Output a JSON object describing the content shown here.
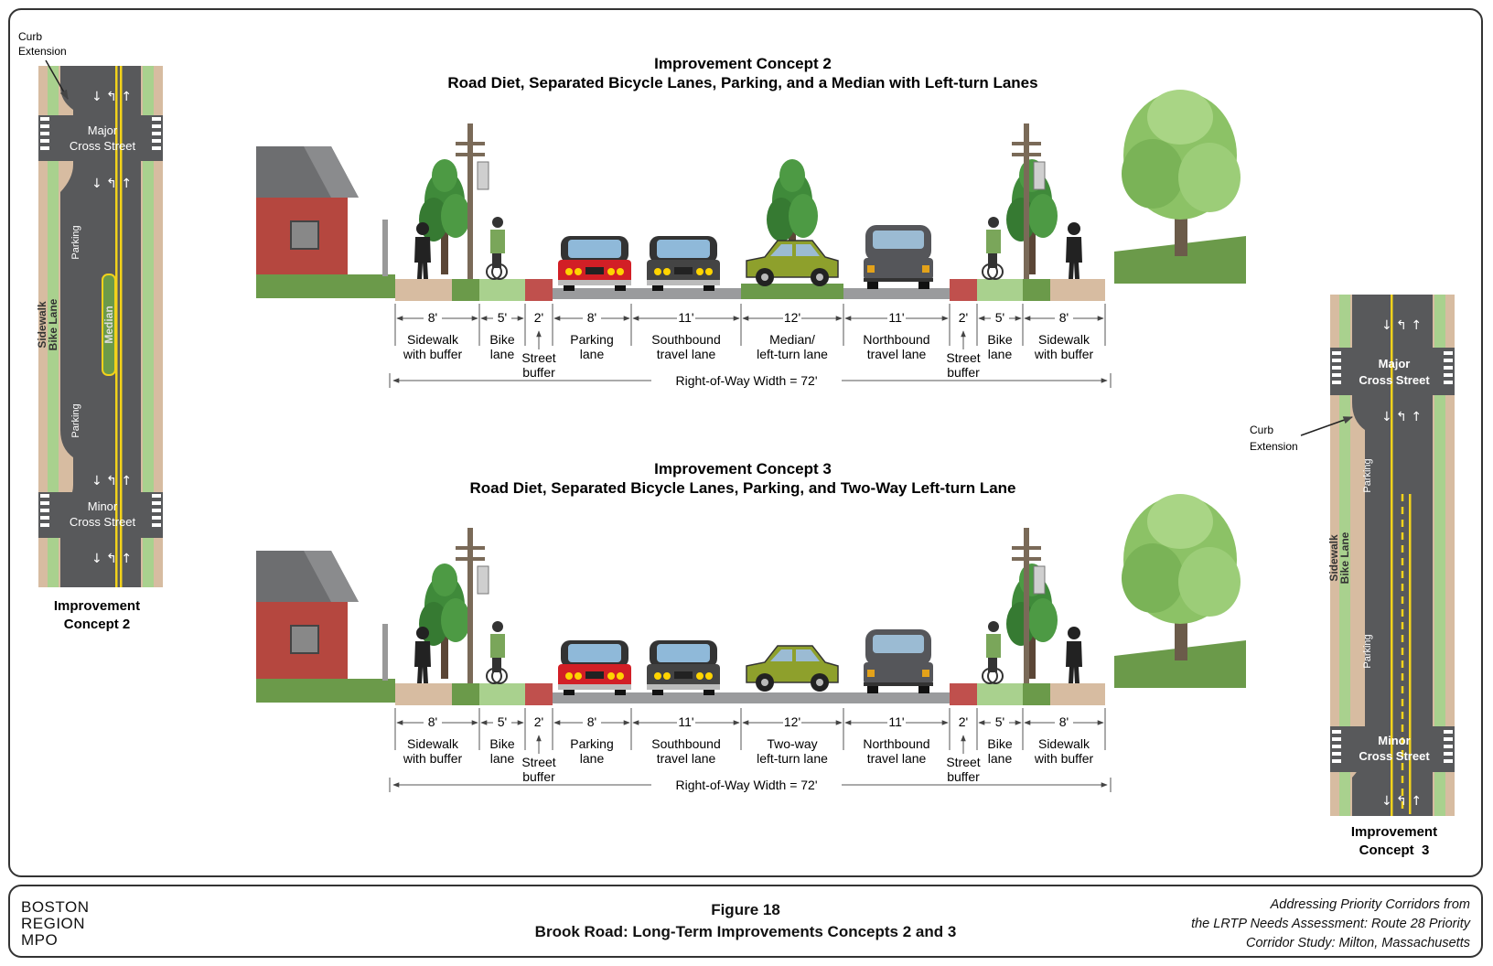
{
  "concept2": {
    "title": "Improvement Concept 2",
    "subtitle": "Road Diet, Separated Bicycle Lanes, Parking, and a Median with Left-turn Lanes",
    "dims": [
      "8'",
      "5'",
      "2'",
      "8'",
      "11'",
      "12'",
      "11'",
      "2'",
      "5'",
      "8'"
    ],
    "labels": {
      "sidewalk_l": [
        "Sidewalk",
        "with buffer"
      ],
      "bike_l": [
        "Bike",
        "lane"
      ],
      "buffer_l": [
        "Street",
        "buffer"
      ],
      "parking": [
        "Parking",
        "lane"
      ],
      "southbound": [
        "Southbound",
        "travel lane"
      ],
      "center": [
        "Median/",
        "left-turn lane"
      ],
      "northbound": [
        "Northbound",
        "travel lane"
      ],
      "buffer_r": [
        "Street",
        "buffer"
      ],
      "bike_r": [
        "Bike",
        "lane"
      ],
      "sidewalk_r": [
        "Sidewalk",
        "with buffer"
      ]
    },
    "row": "Right-of-Way Width = 72'"
  },
  "concept3": {
    "title": "Improvement Concept 3",
    "subtitle": "Road Diet, Separated Bicycle Lanes, Parking, and Two-Way Left-turn Lane",
    "dims": [
      "8'",
      "5'",
      "2'",
      "8'",
      "11'",
      "12'",
      "11'",
      "2'",
      "5'",
      "8'"
    ],
    "labels": {
      "sidewalk_l": [
        "Sidewalk",
        "with buffer"
      ],
      "bike_l": [
        "Bike",
        "lane"
      ],
      "buffer_l": [
        "Street",
        "buffer"
      ],
      "parking": [
        "Parking",
        "lane"
      ],
      "southbound": [
        "Southbound",
        "travel lane"
      ],
      "center": [
        "Two-way",
        "left-turn lane"
      ],
      "northbound": [
        "Northbound",
        "travel lane"
      ],
      "buffer_r": [
        "Street",
        "buffer"
      ],
      "bike_r": [
        "Bike",
        "lane"
      ],
      "sidewalk_r": [
        "Sidewalk",
        "with buffer"
      ]
    },
    "row": "Right-of-Way Width = 72'"
  },
  "plan_left": {
    "curb_label": [
      "Curb",
      "Extension"
    ],
    "major_street": [
      "Major",
      "Cross Street"
    ],
    "minor_street": [
      "Minor",
      "Cross Street"
    ],
    "parking": "Parking",
    "median": "Median",
    "sidewalk": "Sidewalk",
    "bike_lane": "Bike Lane",
    "caption": [
      "Improvement",
      "Concept 2"
    ]
  },
  "plan_right": {
    "curb_label": [
      "Curb",
      "Extension"
    ],
    "major_street": [
      "Major",
      "Cross Street"
    ],
    "minor_street": [
      "Minor",
      "Cross Street"
    ],
    "parking": "Parking",
    "sidewalk": "Sidewalk",
    "bike_lane": "Bike Lane",
    "caption": [
      "Improvement",
      "Concept  3"
    ]
  },
  "footer": {
    "org": [
      "BOSTON",
      "REGION",
      "MPO"
    ],
    "figure": "Figure 18",
    "figure_title": "Brook Road: Long-Term Improvements Concepts 2 and 3",
    "study": [
      "Addressing Priority Corridors from",
      "the LRTP Needs Assessment: Route 28 Priority",
      "Corridor Study: Milton, Massachusetts"
    ]
  },
  "colors": {
    "sidewalk": "#d7bca1",
    "bike": "#a9d18e",
    "buffer": "#c0504d",
    "grass": "#6b9a4a",
    "road": "#58595b",
    "tree": "#3f8a3a",
    "house": "#b5473f",
    "stripe_yellow": "#f2d21b",
    "car_red": "#d21f26",
    "car_olive": "#8ea02c"
  }
}
